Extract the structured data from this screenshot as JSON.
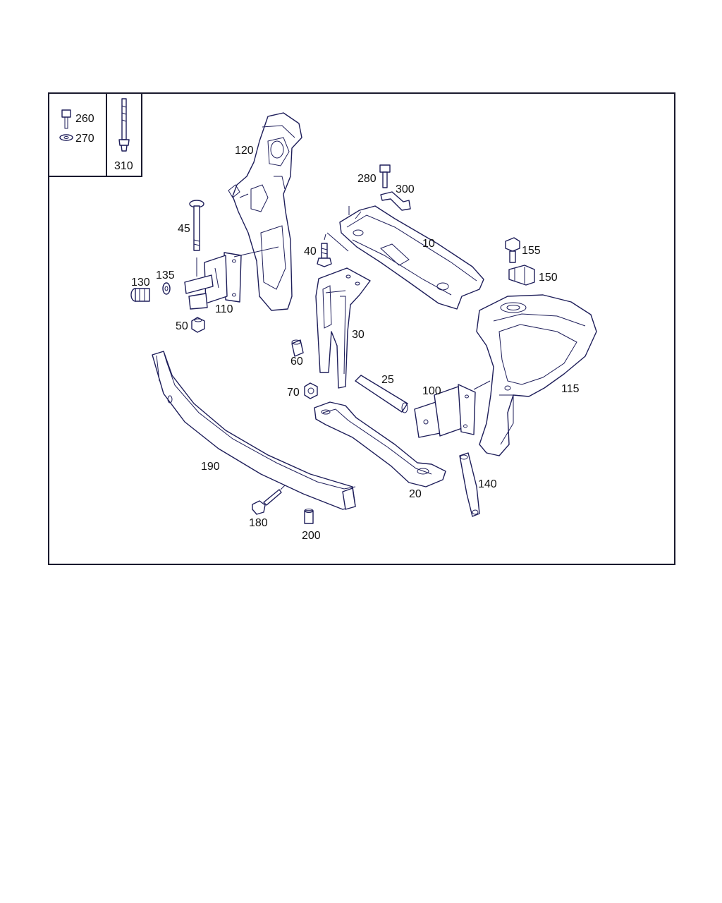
{
  "diagram": {
    "legend": {
      "items": [
        {
          "id": "260",
          "icon": "bolt-icon"
        },
        {
          "id": "270",
          "icon": "washer-icon"
        },
        {
          "id": "310",
          "icon": "long-bolt-icon"
        }
      ]
    },
    "parts": [
      {
        "id": "10",
        "label": "10"
      },
      {
        "id": "20",
        "label": "20"
      },
      {
        "id": "25",
        "label": "25"
      },
      {
        "id": "30",
        "label": "30"
      },
      {
        "id": "40",
        "label": "40"
      },
      {
        "id": "45",
        "label": "45"
      },
      {
        "id": "50",
        "label": "50"
      },
      {
        "id": "60",
        "label": "60"
      },
      {
        "id": "70",
        "label": "70"
      },
      {
        "id": "100",
        "label": "100"
      },
      {
        "id": "110",
        "label": "110"
      },
      {
        "id": "115",
        "label": "115"
      },
      {
        "id": "120",
        "label": "120"
      },
      {
        "id": "130",
        "label": "130"
      },
      {
        "id": "135",
        "label": "135"
      },
      {
        "id": "140",
        "label": "140"
      },
      {
        "id": "150",
        "label": "150"
      },
      {
        "id": "155",
        "label": "155"
      },
      {
        "id": "180",
        "label": "180"
      },
      {
        "id": "190",
        "label": "190"
      },
      {
        "id": "200",
        "label": "200"
      },
      {
        "id": "280",
        "label": "280"
      },
      {
        "id": "300",
        "label": "300"
      }
    ],
    "colors": {
      "line": "#1e1e5a",
      "frame": "#1a1a2e",
      "background": "#ffffff"
    }
  }
}
